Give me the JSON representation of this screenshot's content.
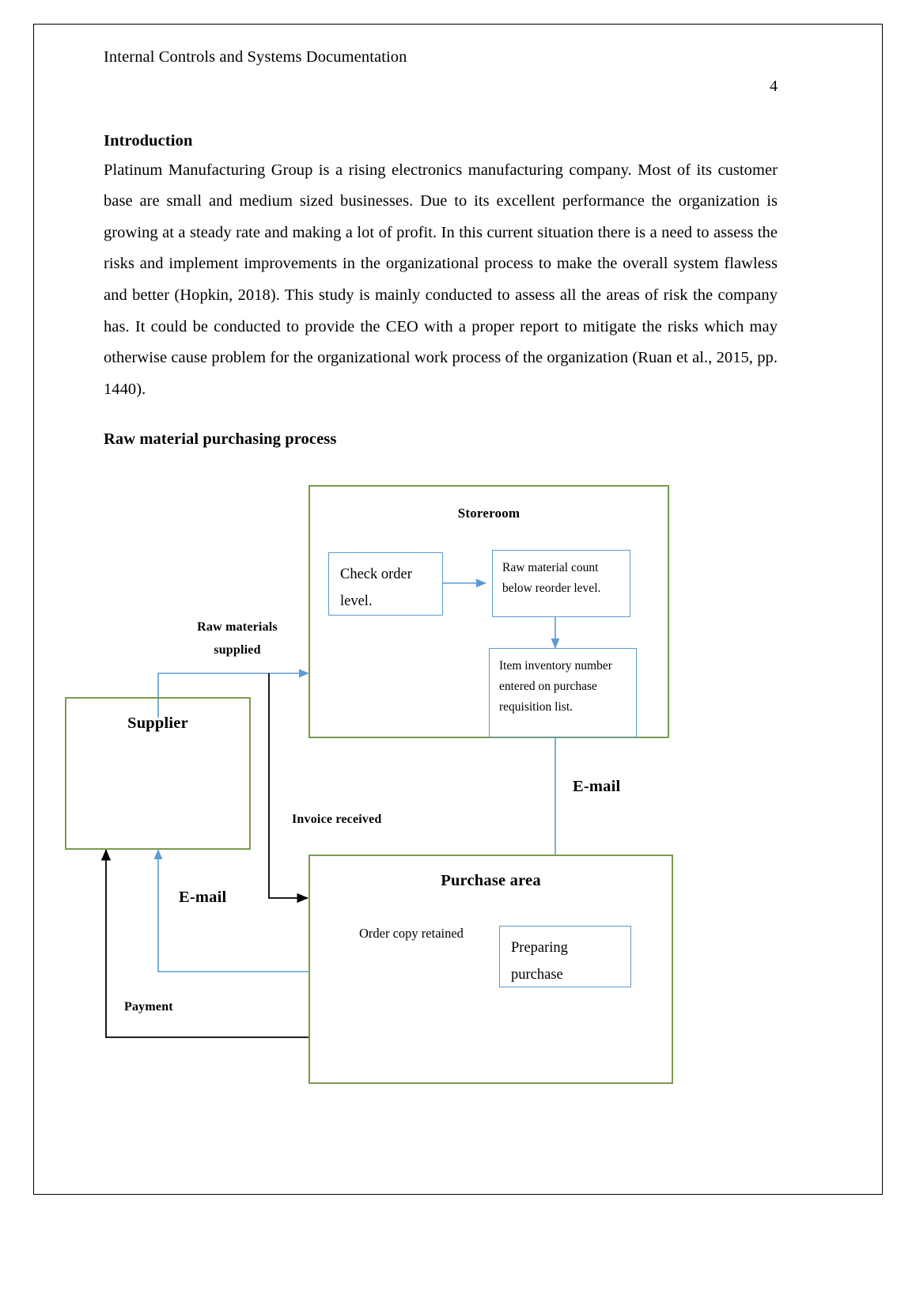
{
  "document": {
    "header_title": "Internal Controls and Systems Documentation",
    "page_number": "4",
    "sections": [
      {
        "heading": "Introduction",
        "paragraph": "Platinum Manufacturing Group is a rising electronics manufacturing company. Most of its customer base are small and medium sized businesses. Due to its excellent performance the organization is growing at a steady rate and making a lot of profit. In this current situation there is a need to assess the risks and implement improvements in the organizational process to make the overall system flawless and better (Hopkin, 2018). This study is mainly conducted to assess all the areas of risk the company has. It could be conducted to provide the CEO with a proper report to mitigate the risks which may otherwise cause problem for the organizational work process of the organization (Ruan et al., 2015, pp. 1440)."
      }
    ],
    "diagram_heading": "Raw material purchasing process"
  },
  "diagram": {
    "containers": {
      "storeroom": {
        "title": "Storeroom"
      },
      "supplier": {
        "title": "Supplier"
      },
      "purchase_area": {
        "title": "Purchase area"
      }
    },
    "process_boxes": {
      "check_order_level": "Check order level.",
      "raw_material_count": "Raw material count below reorder level.",
      "item_inventory_number": "Item inventory number entered on purchase requisition list.",
      "preparing_purchase": "Preparing purchase"
    },
    "labels": {
      "raw_materials_supplied_line1": "Raw materials",
      "raw_materials_supplied_line2": "supplied",
      "email_storeroom_to_purchase": "E-mail",
      "invoice_received": "Invoice received",
      "email_supplier_to_purchase": "E-mail",
      "payment": "Payment",
      "order_copy_retained": "Order copy retained"
    },
    "colors": {
      "container_border": "#7C9A4F",
      "inner_border": "#5B9BD5",
      "blue_connector": "#5B9BD5",
      "black_connector": "#000000"
    }
  }
}
